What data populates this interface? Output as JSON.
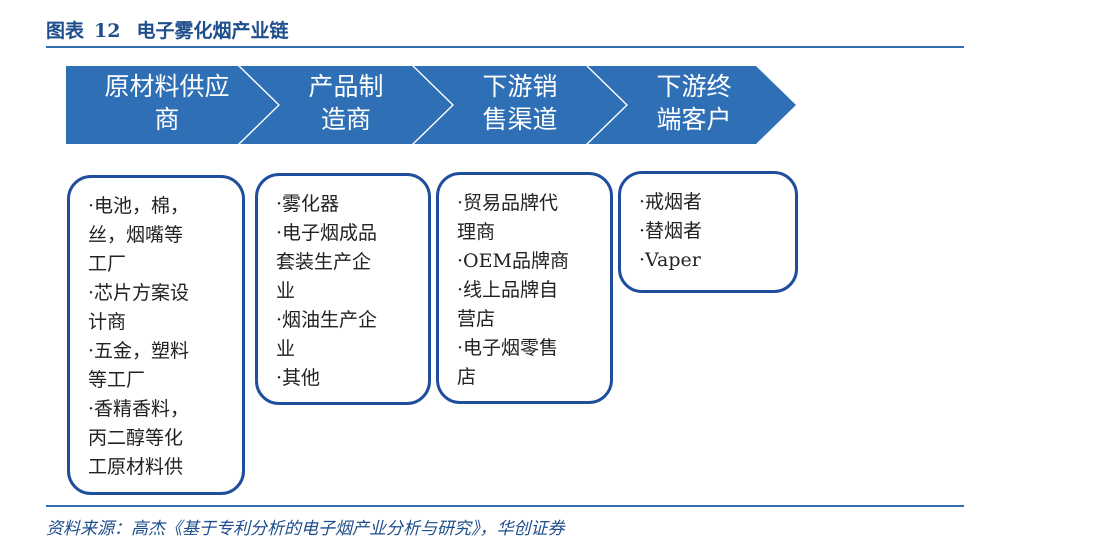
{
  "header": {
    "label": "图表",
    "number": "12",
    "title": "电子雾化烟产业链"
  },
  "stages": [
    {
      "line1": "原材料供应",
      "line2": "商"
    },
    {
      "line1": "产品制",
      "line2": "造商"
    },
    {
      "line1": "下游销",
      "line2": "售渠道"
    },
    {
      "line1": "下游终",
      "line2": "端客户"
    }
  ],
  "boxes": [
    {
      "items": [
        "·电池，棉，\n丝，烟嘴等\n工厂",
        "·芯片方案设\n计商",
        "·五金，塑料\n等工厂",
        "·香精香料，\n丙二醇等化\n工原材料供"
      ]
    },
    {
      "items": [
        "·雾化器",
        "·电子烟成品\n套装生产企\n业",
        "·烟油生产企\n业",
        "·其他"
      ]
    },
    {
      "items": [
        "·贸易品牌代\n理商",
        "·OEM品牌商",
        "·线上品牌自\n营店",
        "·电子烟零售\n店"
      ]
    },
    {
      "items": [
        "·戒烟者",
        "·替烟者",
        "·Vaper"
      ]
    }
  ],
  "source": "资料来源：高杰《基于专利分析的电子烟产业分析与研究》，华创证券",
  "colors": {
    "chevron": "#2f6fb6",
    "box_border": "#1f4e9c",
    "title": "#1f4e8c"
  }
}
